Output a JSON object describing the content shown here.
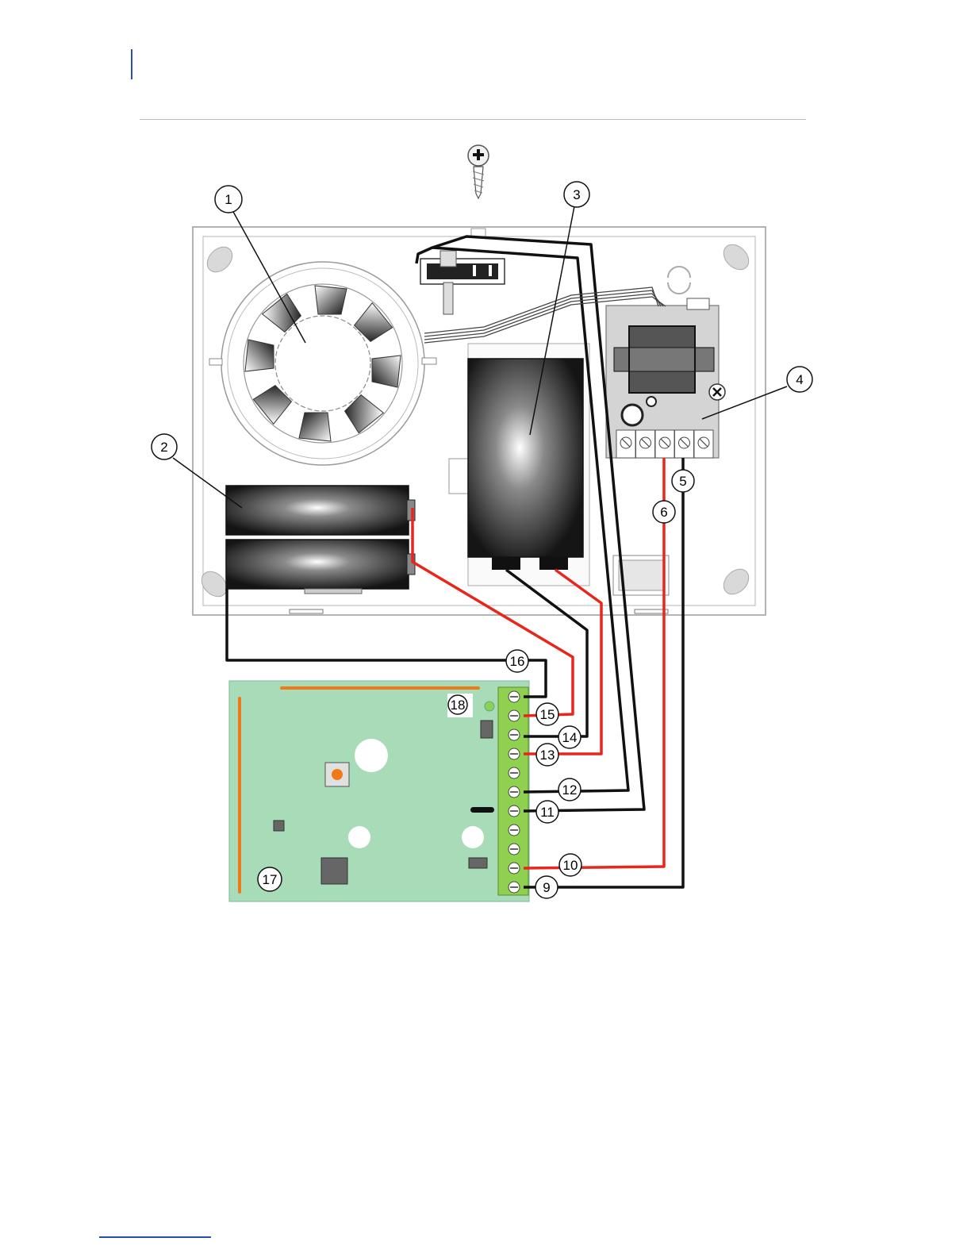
{
  "callouts": [
    {
      "id": "c1",
      "label": "1"
    },
    {
      "id": "c2",
      "label": "2"
    },
    {
      "id": "c3",
      "label": "3"
    },
    {
      "id": "c4",
      "label": "4"
    },
    {
      "id": "c5",
      "label": "5"
    },
    {
      "id": "c6",
      "label": "6"
    },
    {
      "id": "c9",
      "label": "9"
    },
    {
      "id": "c10",
      "label": "10"
    },
    {
      "id": "c11",
      "label": "11"
    },
    {
      "id": "c12",
      "label": "12"
    },
    {
      "id": "c13",
      "label": "13"
    },
    {
      "id": "c14",
      "label": "14"
    },
    {
      "id": "c15",
      "label": "15"
    },
    {
      "id": "c16",
      "label": "16"
    },
    {
      "id": "c17",
      "label": "17"
    },
    {
      "id": "c18",
      "label": "18"
    }
  ],
  "colors": {
    "wire_red": "#e8261c",
    "wire_black": "#111111",
    "pcb_green": "#a8dcb8",
    "terminal_green": "#8fd14f",
    "trace_orange": "#f07a1a",
    "accent_blue": "#2b4ea8"
  }
}
